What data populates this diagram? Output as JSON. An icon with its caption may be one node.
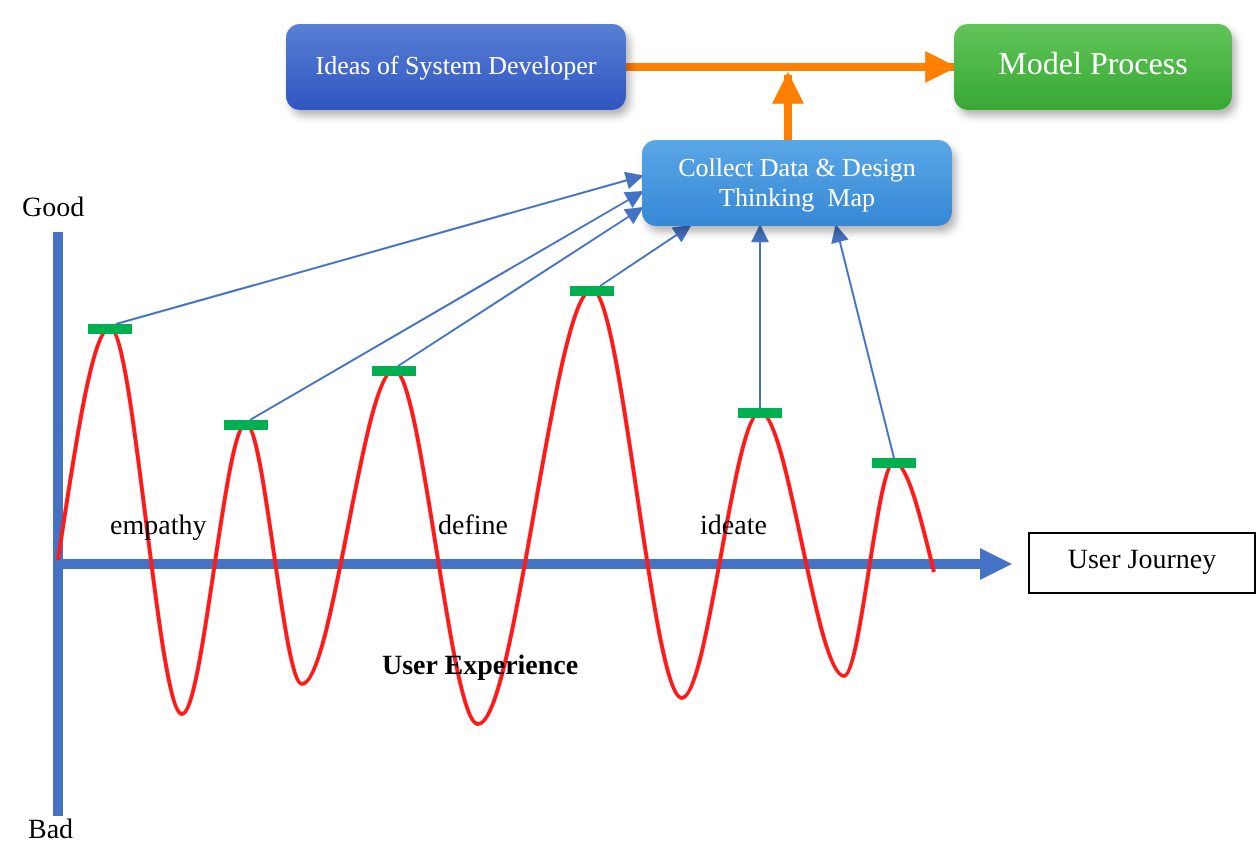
{
  "diagram": {
    "nodes": [
      {
        "text": [
          "Ideas of System Developer"
        ]
      },
      {
        "text": [
          "Model Process"
        ]
      },
      {
        "text": [
          "Collect Data & Design Thinking  Map"
        ]
      },
      {
        "text": [
          "User Journey"
        ]
      },
      {
        "text": [],
        "shape": "bar"
      },
      {
        "text": [],
        "shape": "bar"
      },
      {
        "text": [],
        "shape": "bar"
      },
      {
        "text": [],
        "shape": "bar"
      },
      {
        "text": [],
        "shape": "bar"
      },
      {
        "text": [],
        "shape": "bar"
      }
    ],
    "edges": [
      {
        "from": 0,
        "to": 1,
        "arrow": "to",
        "style": "thick",
        "color": "#ff7f00"
      },
      {
        "from": 2,
        "to": 1,
        "arrow": "to",
        "style": "thick",
        "color": "#ff7f00"
      },
      {
        "from": 4,
        "to": 2,
        "arrow": "to"
      },
      {
        "from": 5,
        "to": 2,
        "arrow": "to"
      },
      {
        "from": 6,
        "to": 2,
        "arrow": "to"
      },
      {
        "from": 7,
        "to": 2,
        "arrow": "to"
      },
      {
        "from": 8,
        "to": 2,
        "arrow": "to"
      },
      {
        "from": 9,
        "to": 2,
        "arrow": "to"
      }
    ],
    "labels": [
      "Good",
      "empathy",
      "define",
      "ideate",
      "User Experience",
      "Bad"
    ]
  }
}
